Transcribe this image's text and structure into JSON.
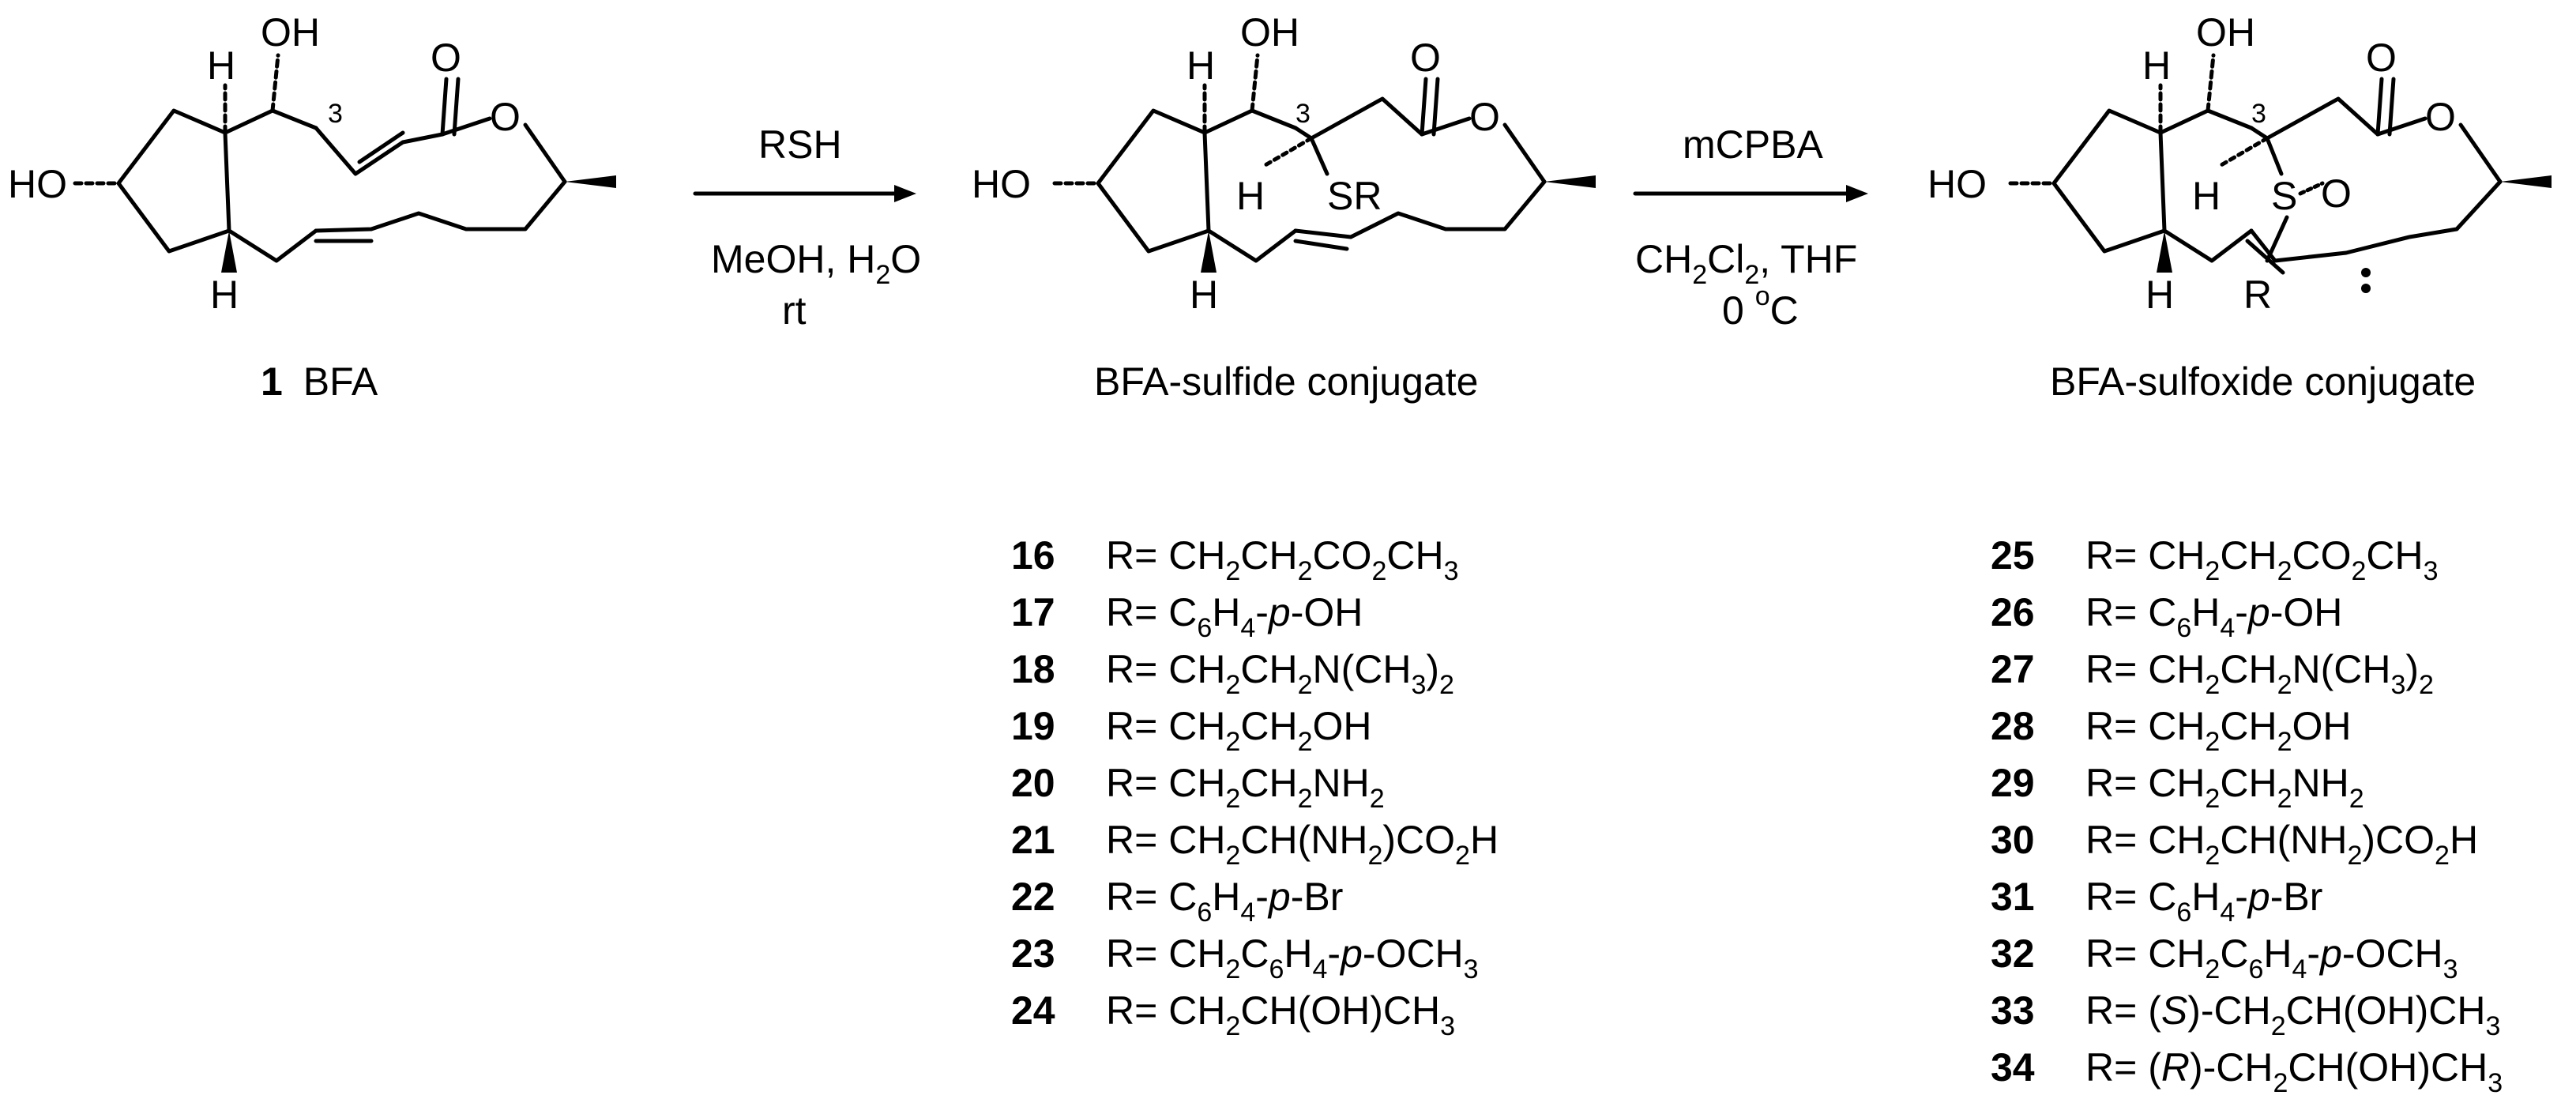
{
  "scheme": {
    "compound1": {
      "number": "1",
      "name": "BFA"
    },
    "atoms": {
      "oh": "OH",
      "ho": "HO",
      "h": "H",
      "o": "O",
      "sr": "SR",
      "s": "S",
      "r": "R",
      "c3": "3"
    },
    "step1": {
      "reagent": "RSH",
      "conditions_line1": "MeOH, H2O",
      "conditions_line2": "rt"
    },
    "step2": {
      "reagent": "mCPBA",
      "conditions_line1": "CH2Cl2, THF",
      "conditions_line2": "0 oC"
    },
    "sulfide_caption": "BFA-sulfide conjugate",
    "sulfoxide_caption": "BFA-sulfoxide conjugate",
    "r_prefix": "R=",
    "sulfide_list": [
      {
        "num": "16",
        "r": "CH2CH2CO2CH3"
      },
      {
        "num": "17",
        "r": "C6H4-p-OH"
      },
      {
        "num": "18",
        "r": "CH2CH2N(CH3)2"
      },
      {
        "num": "19",
        "r": "CH2CH2OH"
      },
      {
        "num": "20",
        "r": "CH2CH2NH2"
      },
      {
        "num": "21",
        "r": "CH2CH(NH2)CO2H"
      },
      {
        "num": "22",
        "r": "C6H4-p-Br"
      },
      {
        "num": "23",
        "r": "CH2C6H4-p-OCH3"
      },
      {
        "num": "24",
        "r": "CH2CH(OH)CH3"
      }
    ],
    "sulfoxide_list": [
      {
        "num": "25",
        "r": "CH2CH2CO2CH3"
      },
      {
        "num": "26",
        "r": "C6H4-p-OH"
      },
      {
        "num": "27",
        "r": "CH2CH2N(CH3)2"
      },
      {
        "num": "28",
        "r": "CH2CH2OH"
      },
      {
        "num": "29",
        "r": "CH2CH2NH2"
      },
      {
        "num": "30",
        "r": "CH2CH(NH2)CO2H"
      },
      {
        "num": "31",
        "r": "C6H4-p-Br"
      },
      {
        "num": "32",
        "r": "CH2C6H4-p-OCH3"
      },
      {
        "num": "33",
        "r": "(S)-CH2CH(OH)CH3"
      },
      {
        "num": "34",
        "r": "(R)-CH2CH(OH)CH3"
      }
    ]
  }
}
